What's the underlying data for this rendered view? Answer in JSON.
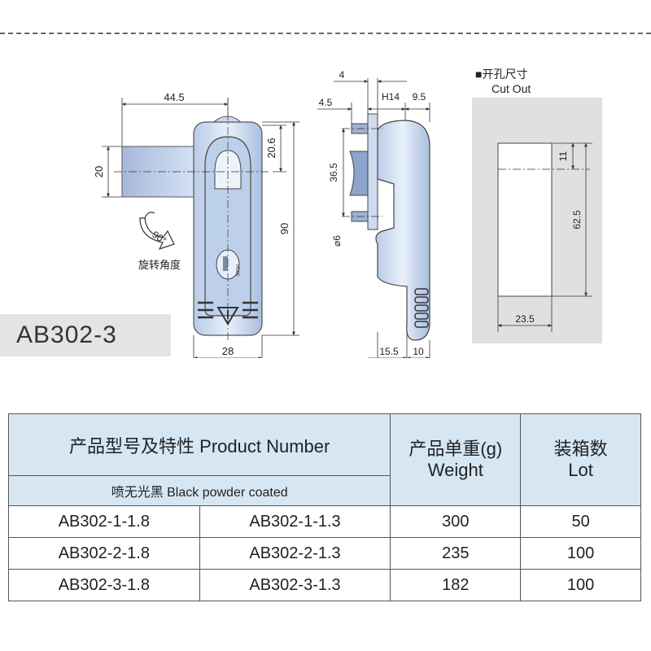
{
  "model_label": "AB302-3",
  "drawing": {
    "front": {
      "dims": [
        "44.5",
        "20",
        "20.6",
        "90",
        "28"
      ],
      "rotation_angle": "90°",
      "rotation_caption": "旋转角度",
      "key_text": "H006"
    },
    "side": {
      "dims": [
        "4",
        "4.5",
        "H14",
        "9.5",
        "36.5",
        "⌀6",
        "15.5",
        "10"
      ]
    },
    "cutout": {
      "title_cn": "■开孔尺寸",
      "title_en": "Cut Out",
      "dims": [
        "11",
        "62.5",
        "23.5"
      ]
    }
  },
  "table": {
    "header_title": "产品型号及特性 Product Number",
    "header_subtitle": "喷无光黑 Black powder coated",
    "weight_cn": "产品单重(g)",
    "weight_en": "Weight",
    "lot_cn": "装箱数",
    "lot_en": "Lot",
    "rows": [
      {
        "model_a": "AB302-1-1.8",
        "model_b": "AB302-1-1.3",
        "weight": "300",
        "lot": "50"
      },
      {
        "model_a": "AB302-2-1.8",
        "model_b": "AB302-2-1.3",
        "weight": "235",
        "lot": "100"
      },
      {
        "model_a": "AB302-3-1.8",
        "model_b": "AB302-3-1.3",
        "weight": "182",
        "lot": "100"
      }
    ]
  }
}
